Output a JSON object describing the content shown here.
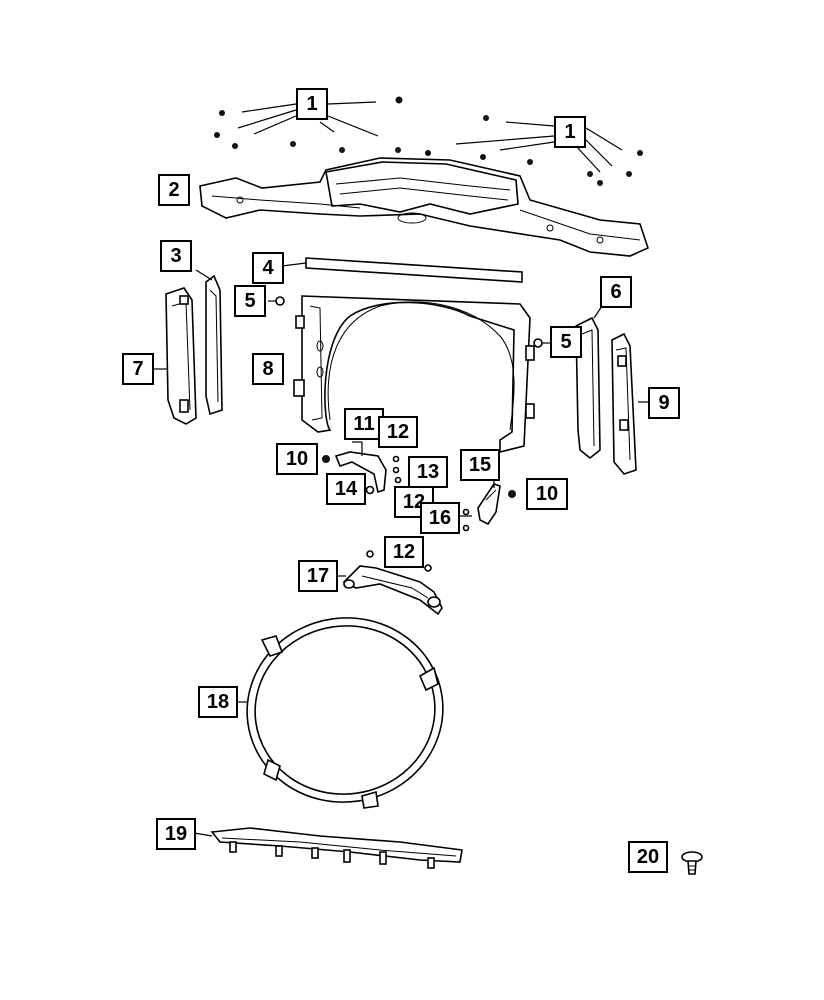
{
  "diagram": {
    "callouts": [
      {
        "id": "c1a",
        "label": "1"
      },
      {
        "id": "c1b",
        "label": "1"
      },
      {
        "id": "c2",
        "label": "2"
      },
      {
        "id": "c3",
        "label": "3"
      },
      {
        "id": "c4",
        "label": "4"
      },
      {
        "id": "c5a",
        "label": "5"
      },
      {
        "id": "c5b",
        "label": "5"
      },
      {
        "id": "c6",
        "label": "6"
      },
      {
        "id": "c7",
        "label": "7"
      },
      {
        "id": "c8",
        "label": "8"
      },
      {
        "id": "c9",
        "label": "9"
      },
      {
        "id": "c10a",
        "label": "10"
      },
      {
        "id": "c10b",
        "label": "10"
      },
      {
        "id": "c11",
        "label": "11"
      },
      {
        "id": "c12a",
        "label": "12"
      },
      {
        "id": "c12b",
        "label": "12"
      },
      {
        "id": "c12c",
        "label": "12"
      },
      {
        "id": "c13",
        "label": "13"
      },
      {
        "id": "c14",
        "label": "14"
      },
      {
        "id": "c15",
        "label": "15"
      },
      {
        "id": "c16",
        "label": "16"
      },
      {
        "id": "c17",
        "label": "17"
      },
      {
        "id": "c18",
        "label": "18"
      },
      {
        "id": "c19",
        "label": "19"
      },
      {
        "id": "c20",
        "label": "20"
      }
    ]
  }
}
